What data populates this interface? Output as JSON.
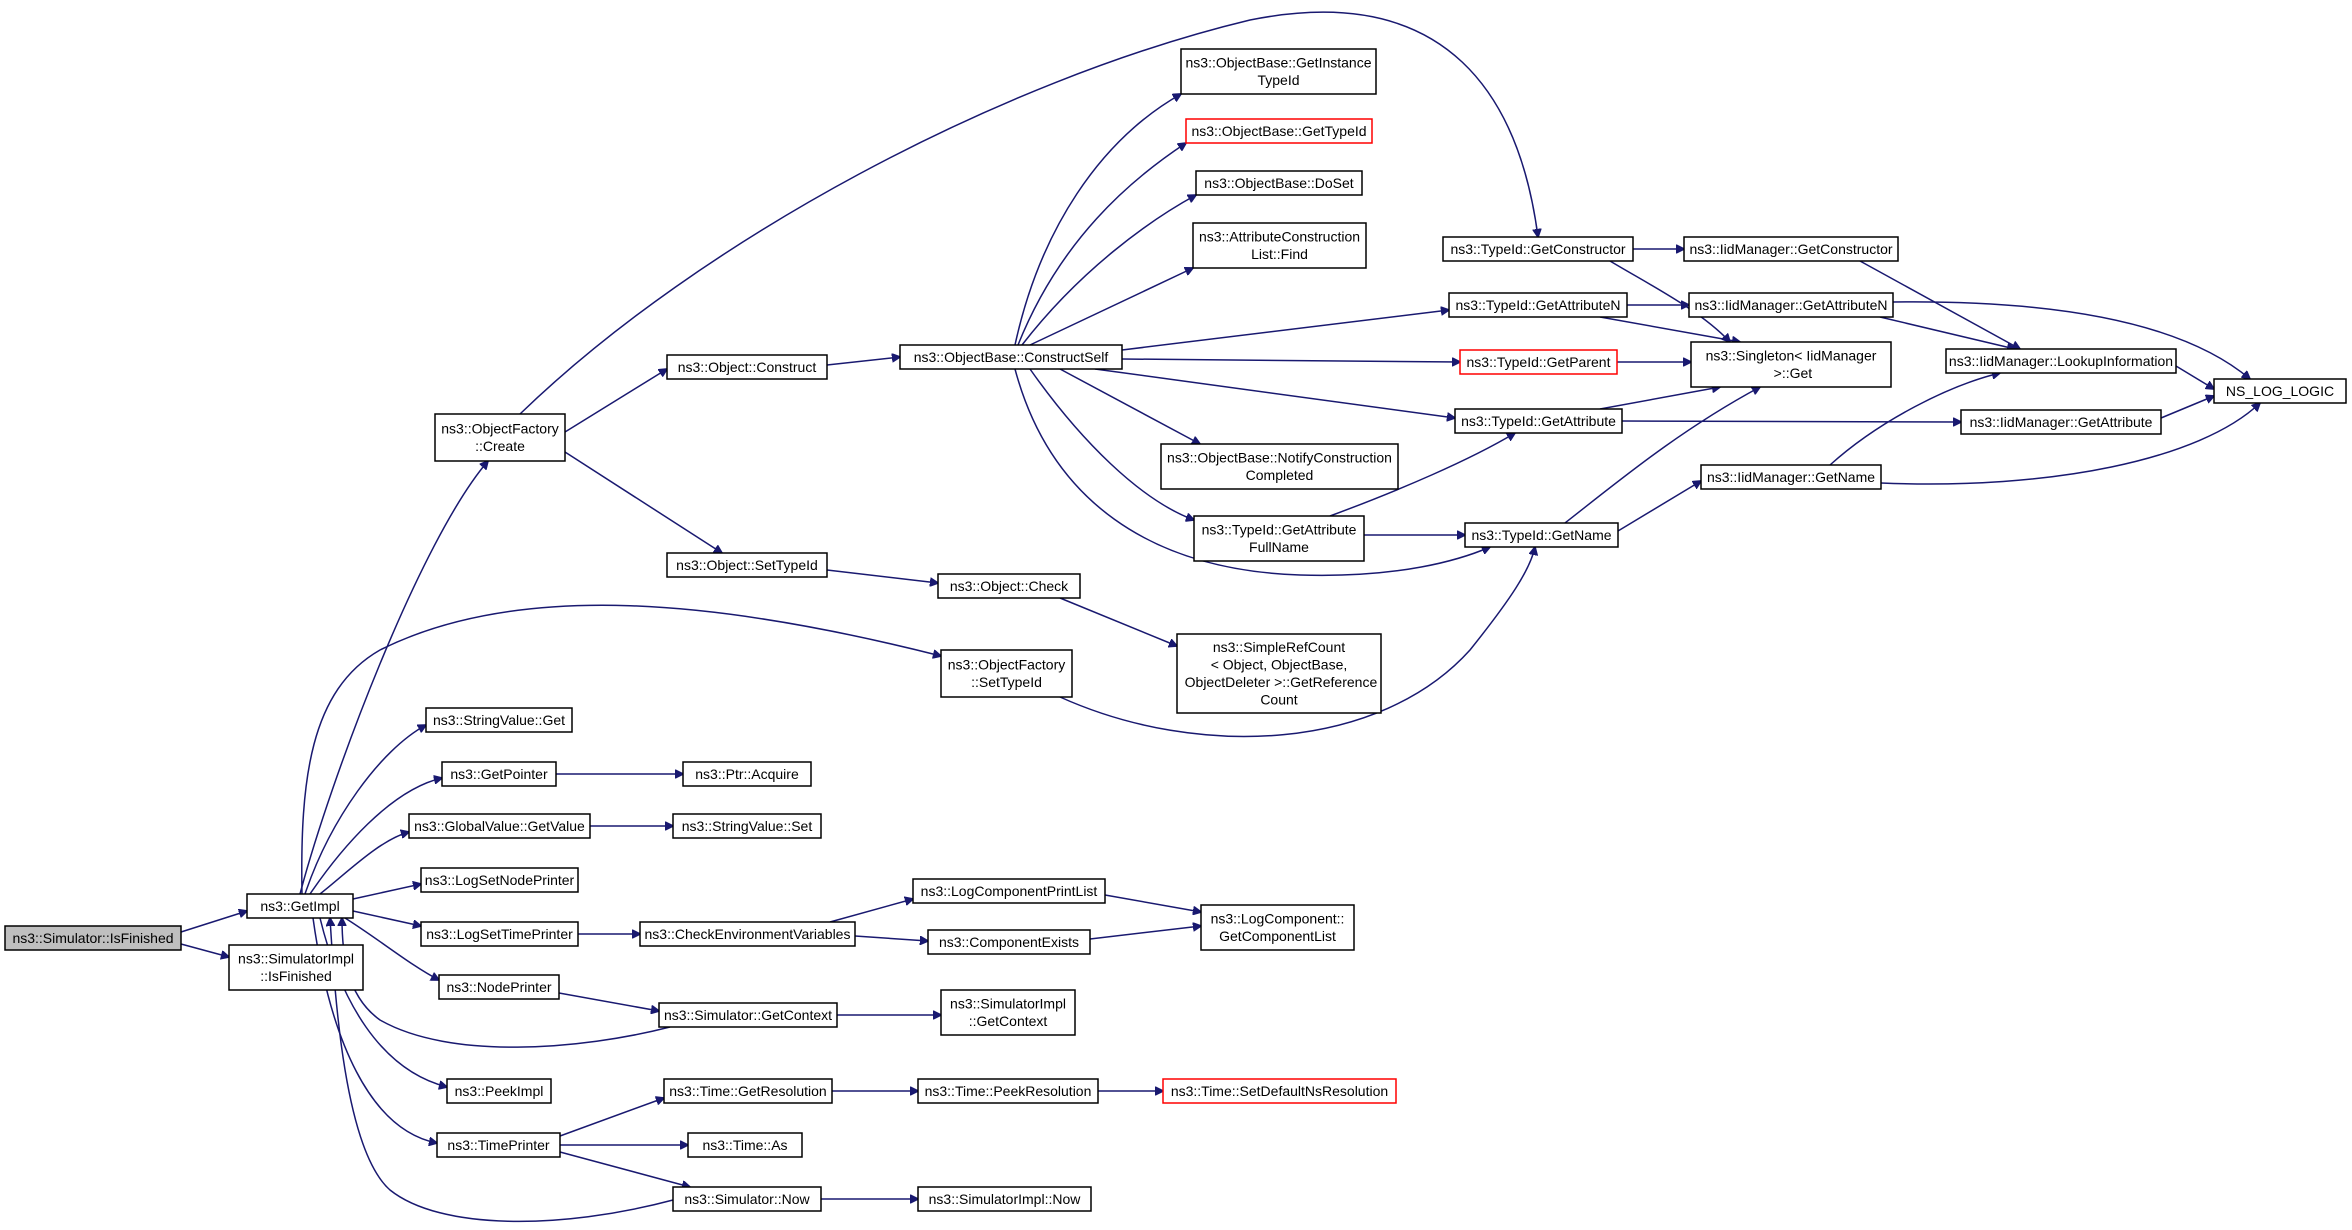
{
  "graph": {
    "colors": {
      "edge": "#191970",
      "root_fill": "#bfbfbf",
      "truncated_border": "#ff0000",
      "node_border": "#000000"
    },
    "nodes": [
      {
        "id": "isfinished",
        "lines": [
          "ns3::Simulator::IsFinished"
        ],
        "root": true
      },
      {
        "id": "getimpl",
        "lines": [
          "ns3::GetImpl"
        ]
      },
      {
        "id": "simimpl_isfinished",
        "lines": [
          "ns3::SimulatorImpl",
          "::IsFinished"
        ]
      },
      {
        "id": "objfactory_create",
        "lines": [
          "ns3::ObjectFactory",
          "::Create"
        ]
      },
      {
        "id": "stringvalue_get",
        "lines": [
          "ns3::StringValue::Get"
        ]
      },
      {
        "id": "getpointer",
        "lines": [
          "ns3::GetPointer"
        ]
      },
      {
        "id": "globalvalue_getvalue",
        "lines": [
          "ns3::GlobalValue::GetValue"
        ]
      },
      {
        "id": "logsetnodeprinter",
        "lines": [
          "ns3::LogSetNodePrinter"
        ]
      },
      {
        "id": "logsettimeprinter",
        "lines": [
          "ns3::LogSetTimePrinter"
        ]
      },
      {
        "id": "nodeprinter",
        "lines": [
          "ns3::NodePrinter"
        ]
      },
      {
        "id": "peekimpl",
        "lines": [
          "ns3::PeekImpl"
        ]
      },
      {
        "id": "timeprinter",
        "lines": [
          "ns3::TimePrinter"
        ]
      },
      {
        "id": "object_construct",
        "lines": [
          "ns3::Object::Construct"
        ]
      },
      {
        "id": "object_settypeid",
        "lines": [
          "ns3::Object::SetTypeId"
        ]
      },
      {
        "id": "objfactory_settypeid",
        "lines": [
          "ns3::ObjectFactory",
          "::SetTypeId"
        ]
      },
      {
        "id": "ptr_acquire",
        "lines": [
          "ns3::Ptr::Acquire"
        ]
      },
      {
        "id": "stringvalue_set",
        "lines": [
          "ns3::StringValue::Set"
        ]
      },
      {
        "id": "checkenv",
        "lines": [
          "ns3::CheckEnvironmentVariables"
        ]
      },
      {
        "id": "sim_getcontext",
        "lines": [
          "ns3::Simulator::GetContext"
        ]
      },
      {
        "id": "time_getresolution",
        "lines": [
          "ns3::Time::GetResolution"
        ]
      },
      {
        "id": "time_as",
        "lines": [
          "ns3::Time::As"
        ]
      },
      {
        "id": "sim_now",
        "lines": [
          "ns3::Simulator::Now"
        ]
      },
      {
        "id": "constructself",
        "lines": [
          "ns3::ObjectBase::ConstructSelf"
        ]
      },
      {
        "id": "object_check",
        "lines": [
          "ns3::Object::Check"
        ]
      },
      {
        "id": "logcomponentprintlist",
        "lines": [
          "ns3::LogComponentPrintList"
        ]
      },
      {
        "id": "componentexists",
        "lines": [
          "ns3::ComponentExists"
        ]
      },
      {
        "id": "simimpl_getcontext",
        "lines": [
          "ns3::SimulatorImpl",
          "::GetContext"
        ]
      },
      {
        "id": "time_peekresolution",
        "lines": [
          "ns3::Time::PeekResolution"
        ]
      },
      {
        "id": "simimpl_now",
        "lines": [
          "ns3::SimulatorImpl::Now"
        ]
      },
      {
        "id": "getinstancetypeid",
        "lines": [
          "ns3::ObjectBase::GetInstance",
          "TypeId"
        ]
      },
      {
        "id": "objectbase_gettypeid",
        "lines": [
          "ns3::ObjectBase::GetTypeId"
        ],
        "truncated": true
      },
      {
        "id": "doset",
        "lines": [
          "ns3::ObjectBase::DoSet"
        ]
      },
      {
        "id": "attrconstructionlist_find",
        "lines": [
          "ns3::AttributeConstruction",
          "List::Find"
        ]
      },
      {
        "id": "notifyconstruction",
        "lines": [
          "ns3::ObjectBase::NotifyConstruction",
          "Completed"
        ]
      },
      {
        "id": "getattributefullname",
        "lines": [
          "ns3::TypeId::GetAttribute",
          "FullName"
        ]
      },
      {
        "id": "simplerefcount",
        "lines": [
          "ns3::SimpleRefCount",
          "< Object, ObjectBase,",
          " ObjectDeleter >::GetReference",
          "Count"
        ]
      },
      {
        "id": "logcomponent_getlist",
        "lines": [
          "ns3::LogComponent::",
          "GetComponentList"
        ]
      },
      {
        "id": "setdefaultnsresolution",
        "lines": [
          "ns3::Time::SetDefaultNsResolution"
        ],
        "truncated": true
      },
      {
        "id": "typeid_getconstructor",
        "lines": [
          "ns3::TypeId::GetConstructor"
        ]
      },
      {
        "id": "typeid_getattributen",
        "lines": [
          "ns3::TypeId::GetAttributeN"
        ]
      },
      {
        "id": "typeid_getparent",
        "lines": [
          "ns3::TypeId::GetParent"
        ],
        "truncated": true
      },
      {
        "id": "typeid_getattribute",
        "lines": [
          "ns3::TypeId::GetAttribute"
        ]
      },
      {
        "id": "typeid_getname",
        "lines": [
          "ns3::TypeId::GetName"
        ]
      },
      {
        "id": "iid_getconstructor",
        "lines": [
          "ns3::IidManager::GetConstructor"
        ]
      },
      {
        "id": "iid_getattributen",
        "lines": [
          "ns3::IidManager::GetAttributeN"
        ]
      },
      {
        "id": "singleton_get",
        "lines": [
          "ns3::Singleton< IidManager",
          " >::Get"
        ]
      },
      {
        "id": "iid_getname",
        "lines": [
          "ns3::IidManager::GetName"
        ]
      },
      {
        "id": "iid_lookupinformation",
        "lines": [
          "ns3::IidManager::LookupInformation"
        ]
      },
      {
        "id": "iid_getattribute",
        "lines": [
          "ns3::IidManager::GetAttribute"
        ]
      },
      {
        "id": "ns_log_logic",
        "lines": [
          "NS_LOG_LOGIC"
        ]
      }
    ],
    "edges": [
      [
        "isfinished",
        "getimpl"
      ],
      [
        "isfinished",
        "simimpl_isfinished"
      ],
      [
        "getimpl",
        "objfactory_create"
      ],
      [
        "getimpl",
        "objfactory_settypeid"
      ],
      [
        "getimpl",
        "stringvalue_get"
      ],
      [
        "getimpl",
        "getpointer"
      ],
      [
        "getimpl",
        "globalvalue_getvalue"
      ],
      [
        "getimpl",
        "logsetnodeprinter"
      ],
      [
        "getimpl",
        "logsettimeprinter"
      ],
      [
        "getimpl",
        "nodeprinter"
      ],
      [
        "getimpl",
        "peekimpl"
      ],
      [
        "getimpl",
        "timeprinter"
      ],
      [
        "objfactory_create",
        "typeid_getconstructor"
      ],
      [
        "objfactory_create",
        "object_construct"
      ],
      [
        "objfactory_create",
        "object_settypeid"
      ],
      [
        "object_construct",
        "constructself"
      ],
      [
        "object_settypeid",
        "object_check"
      ],
      [
        "object_check",
        "simplerefcount"
      ],
      [
        "objfactory_settypeid",
        "typeid_getname"
      ],
      [
        "getpointer",
        "ptr_acquire"
      ],
      [
        "globalvalue_getvalue",
        "stringvalue_set"
      ],
      [
        "logsettimeprinter",
        "checkenv"
      ],
      [
        "checkenv",
        "logcomponentprintlist"
      ],
      [
        "checkenv",
        "componentexists"
      ],
      [
        "logcomponentprintlist",
        "logcomponent_getlist"
      ],
      [
        "componentexists",
        "logcomponent_getlist"
      ],
      [
        "nodeprinter",
        "sim_getcontext"
      ],
      [
        "sim_getcontext",
        "getimpl"
      ],
      [
        "sim_getcontext",
        "simimpl_getcontext"
      ],
      [
        "timeprinter",
        "time_getresolution"
      ],
      [
        "timeprinter",
        "time_as"
      ],
      [
        "timeprinter",
        "sim_now"
      ],
      [
        "sim_now",
        "getimpl"
      ],
      [
        "sim_now",
        "simimpl_now"
      ],
      [
        "time_getresolution",
        "time_peekresolution"
      ],
      [
        "time_peekresolution",
        "setdefaultnsresolution"
      ],
      [
        "constructself",
        "getinstancetypeid"
      ],
      [
        "constructself",
        "objectbase_gettypeid"
      ],
      [
        "constructself",
        "doset"
      ],
      [
        "constructself",
        "attrconstructionlist_find"
      ],
      [
        "constructself",
        "typeid_getattributen"
      ],
      [
        "constructself",
        "typeid_getparent"
      ],
      [
        "constructself",
        "typeid_getattribute"
      ],
      [
        "constructself",
        "notifyconstruction"
      ],
      [
        "constructself",
        "getattributefullname"
      ],
      [
        "constructself",
        "typeid_getname"
      ],
      [
        "getattributefullname",
        "typeid_getattribute"
      ],
      [
        "getattributefullname",
        "typeid_getname"
      ],
      [
        "typeid_getconstructor",
        "iid_getconstructor"
      ],
      [
        "typeid_getconstructor",
        "singleton_get"
      ],
      [
        "typeid_getattributen",
        "iid_getattributen"
      ],
      [
        "typeid_getattributen",
        "singleton_get"
      ],
      [
        "typeid_getparent",
        "singleton_get"
      ],
      [
        "typeid_getattribute",
        "singleton_get"
      ],
      [
        "typeid_getattribute",
        "iid_getattribute"
      ],
      [
        "typeid_getname",
        "singleton_get"
      ],
      [
        "typeid_getname",
        "iid_getname"
      ],
      [
        "iid_getconstructor",
        "iid_lookupinformation"
      ],
      [
        "iid_getattributen",
        "iid_lookupinformation"
      ],
      [
        "iid_getattributen",
        "ns_log_logic"
      ],
      [
        "iid_getname",
        "iid_lookupinformation"
      ],
      [
        "iid_getname",
        "ns_log_logic"
      ],
      [
        "iid_lookupinformation",
        "ns_log_logic"
      ],
      [
        "iid_getattribute",
        "ns_log_logic"
      ]
    ]
  }
}
